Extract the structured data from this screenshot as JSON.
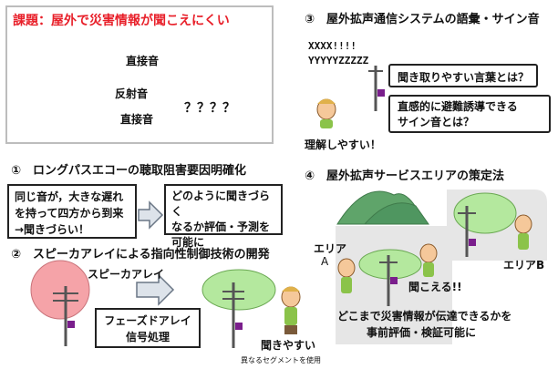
{
  "panel1": {
    "title": "課題：屋外で災害情報が聞こえにくい",
    "direct_top": "直接音",
    "reflected": "反射音",
    "direct_bottom": "直接音",
    "question": "？？？？"
  },
  "panel3": {
    "heading": "③　屋外拡声通信システムの語彙・サイン音",
    "xxxx": "XXXX!!!!",
    "yyyy": "YYYYYZZZZZ",
    "bubble_top": "聞き取りやすい言葉とは？",
    "bubble_bottom_line1": "直感的に避難誘導できる",
    "bubble_bottom_line2": "サイン音とは？",
    "understand": "理解しやすい！"
  },
  "panel1b": {
    "heading": "①　ロングパスエコーの聴取阻害要因明確化",
    "box_left_line1": "同じ音が，大きな遅れ",
    "box_left_line2": "を持って四方から到来",
    "box_left_line3": "→聞きづらい！",
    "box_right_line1": "どのように聞きづらく",
    "box_right_line2": "なるか評価・予測を",
    "box_right_line3": "可能に"
  },
  "panel2": {
    "heading": "②　スピーカアレイによる指向性制御技術の開発",
    "speaker_array": "スピーカアレイ",
    "phased_line1": "フェーズドアレイ",
    "phased_line2": "信号処理",
    "easy_to_hear": "聞きやすい",
    "footnote": "異なるセグメントを使用"
  },
  "panel4": {
    "heading": "④　屋外拡声サービスエリアの策定法",
    "area_a_line1": "エリア",
    "area_a_line2": "A",
    "area_b": "エリアB",
    "audible": "聞こえる!!",
    "desc_line1": "どこまで災害情報が伝達できるかを",
    "desc_line2": "事前評価・検証可能に"
  },
  "colors": {
    "title_red": "#e8202a",
    "mountain_green": "#5fa46a",
    "ellipse_green": "#b4e89e",
    "ellipse_pink": "#f5a3a8",
    "gray_block": "#e6e6e6",
    "pole_purple": "#7a1e8c",
    "arrow_fill": "#dde3ea"
  }
}
